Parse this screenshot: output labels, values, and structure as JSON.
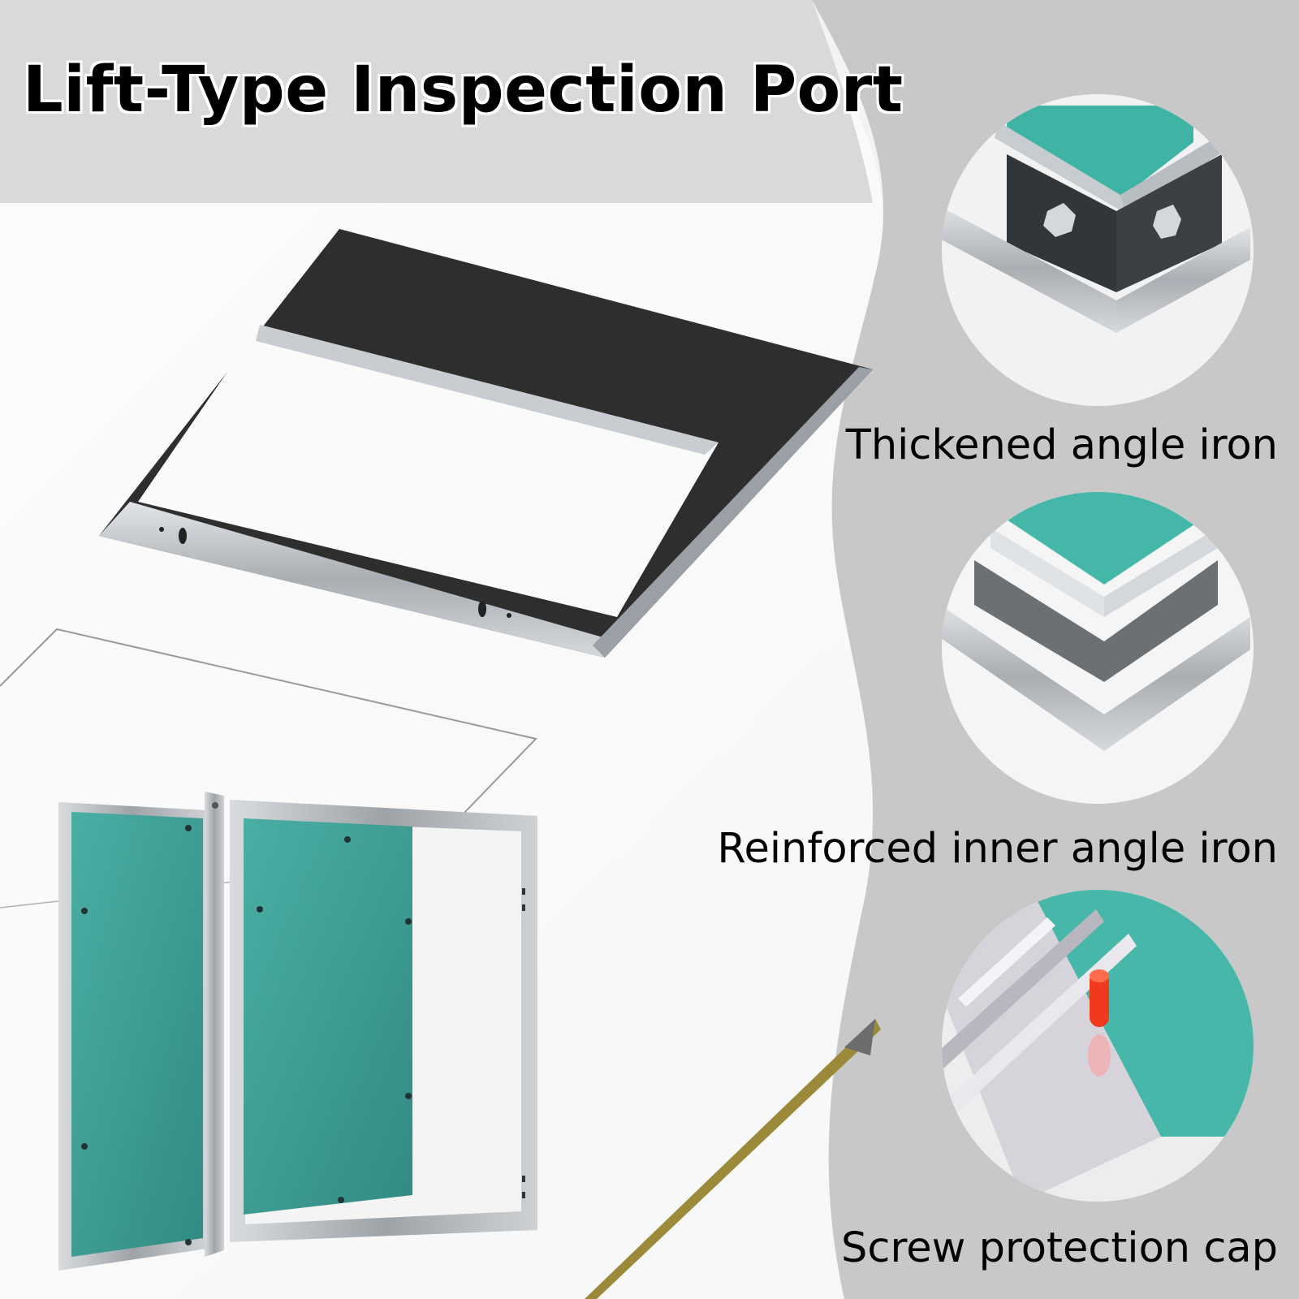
{
  "title": "Lift-Type Inspection Port",
  "features": [
    {
      "caption": "Thickened angle iron"
    },
    {
      "caption": "Reinforced inner angle iron"
    },
    {
      "caption": "Screw protection cap"
    }
  ],
  "colors": {
    "header_band": "#d9d9d9",
    "right_panel": "#c8c8c8",
    "board_green": "#3f9f96",
    "frame_aluminum": "#b4b8bd",
    "ceiling_dark": "#2e2e2e",
    "screw_cap": "#f03a1e"
  }
}
